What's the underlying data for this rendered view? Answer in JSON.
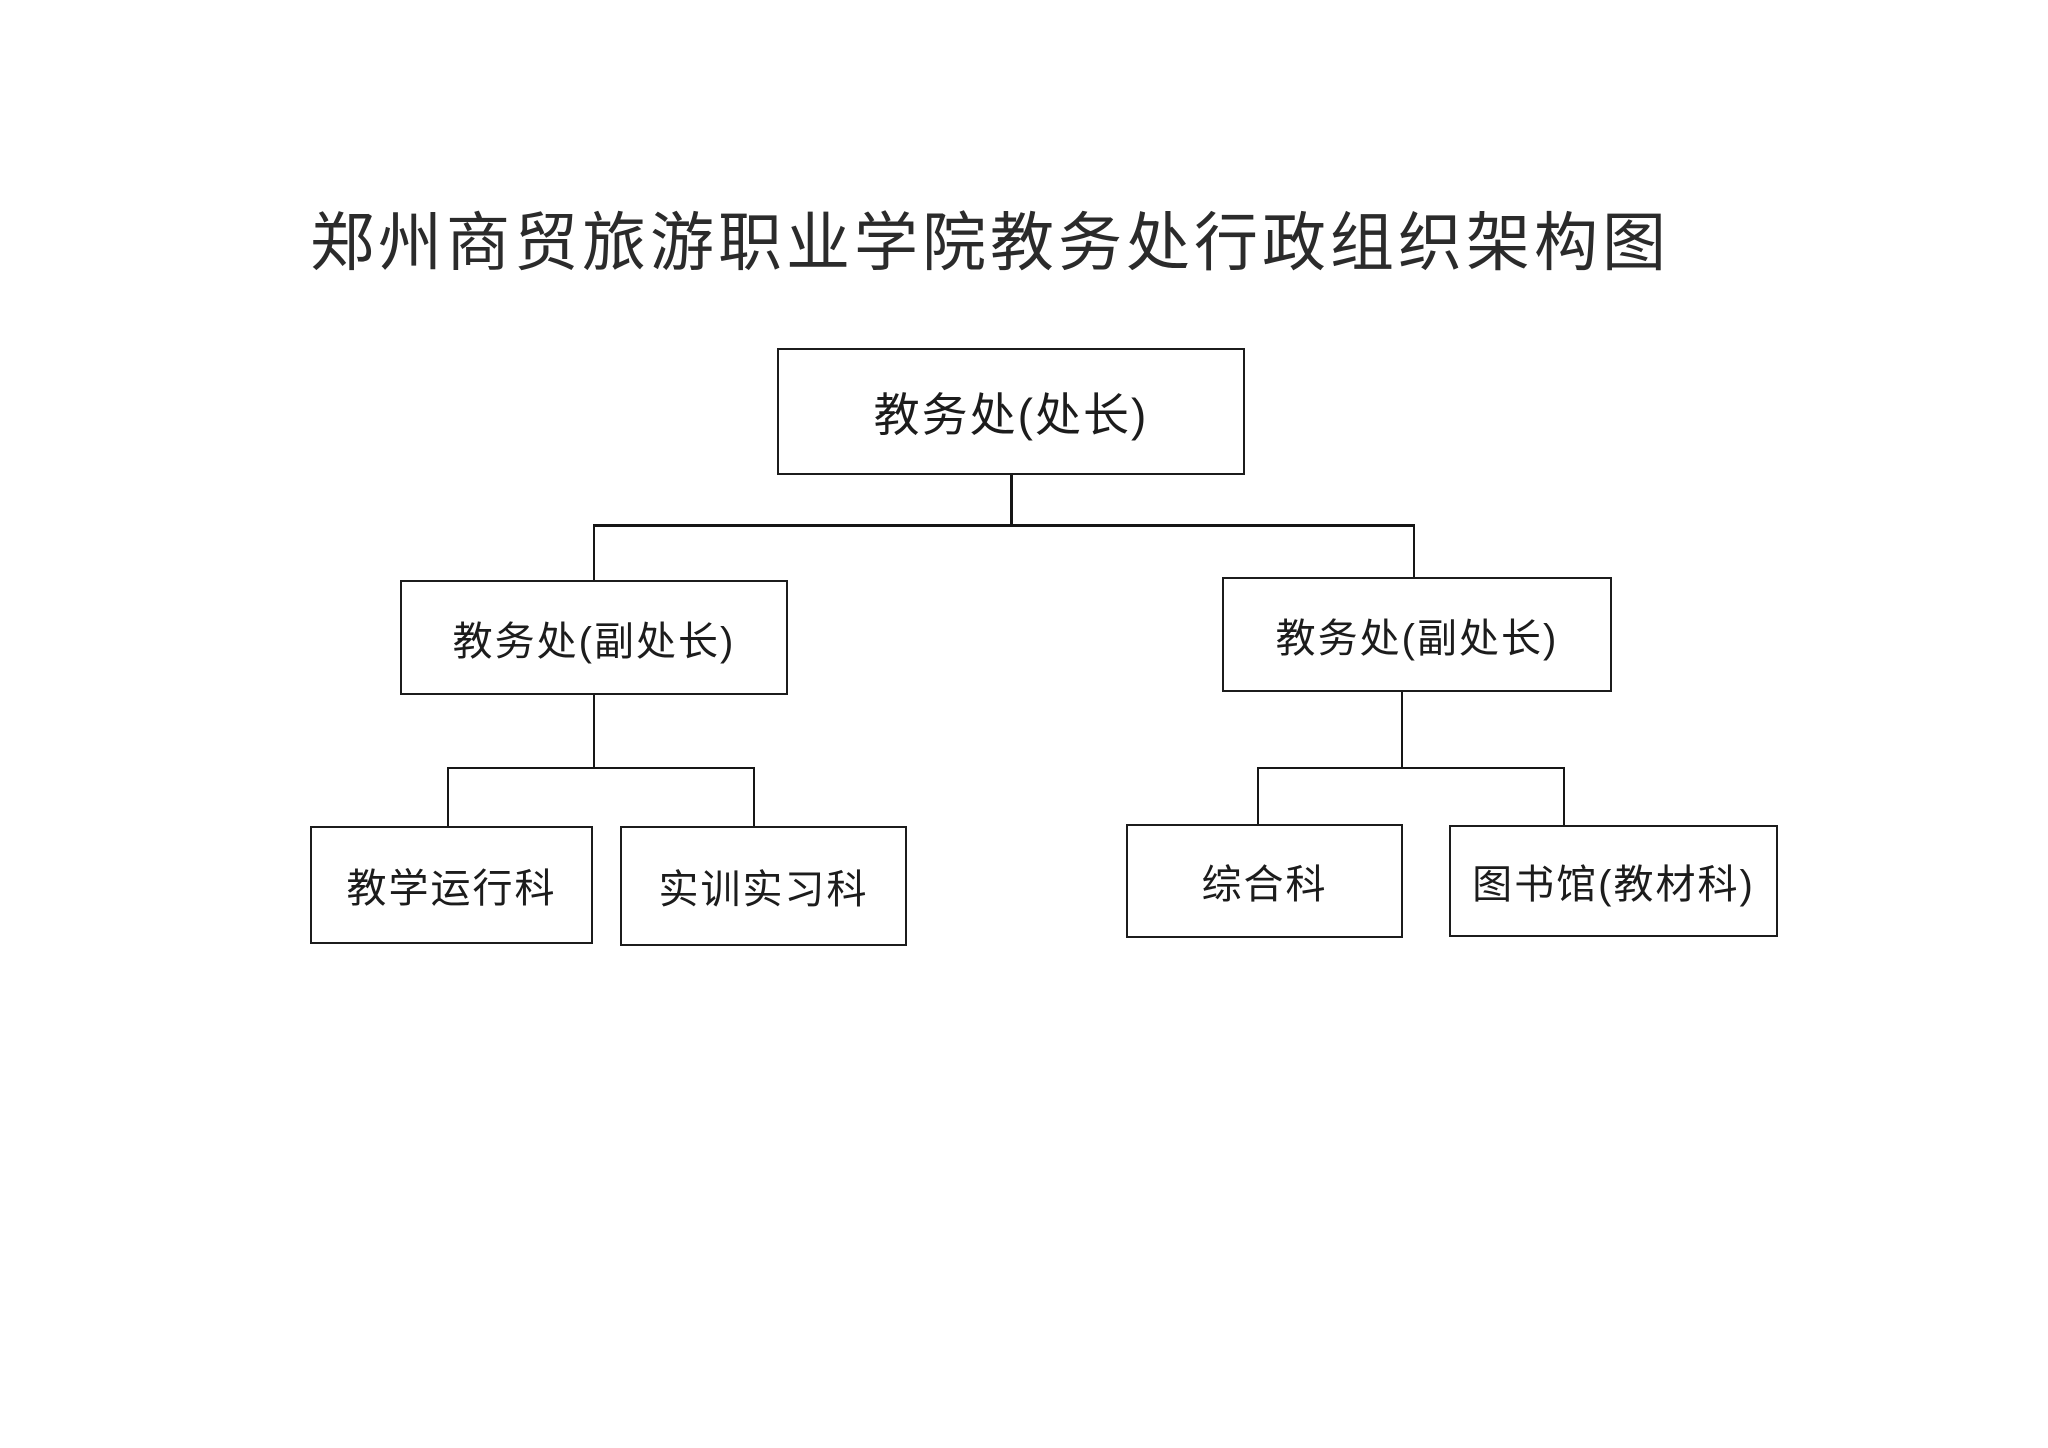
{
  "title": "郑州商贸旅游职业学院教务处行政组织架构图",
  "colors": {
    "line": "#1c1c1c",
    "text": "#1c1c1c",
    "background": "#ffffff"
  },
  "org": {
    "type": "org-chart",
    "root": {
      "label": "教务处(处长)",
      "children": [
        {
          "label": "教务处(副处长)",
          "children": [
            {
              "label": "教学运行科"
            },
            {
              "label": "实训实习科"
            }
          ]
        },
        {
          "label": "教务处(副处长)",
          "children": [
            {
              "label": "综合科"
            },
            {
              "label": "图书馆(教材科)"
            }
          ]
        }
      ]
    }
  }
}
